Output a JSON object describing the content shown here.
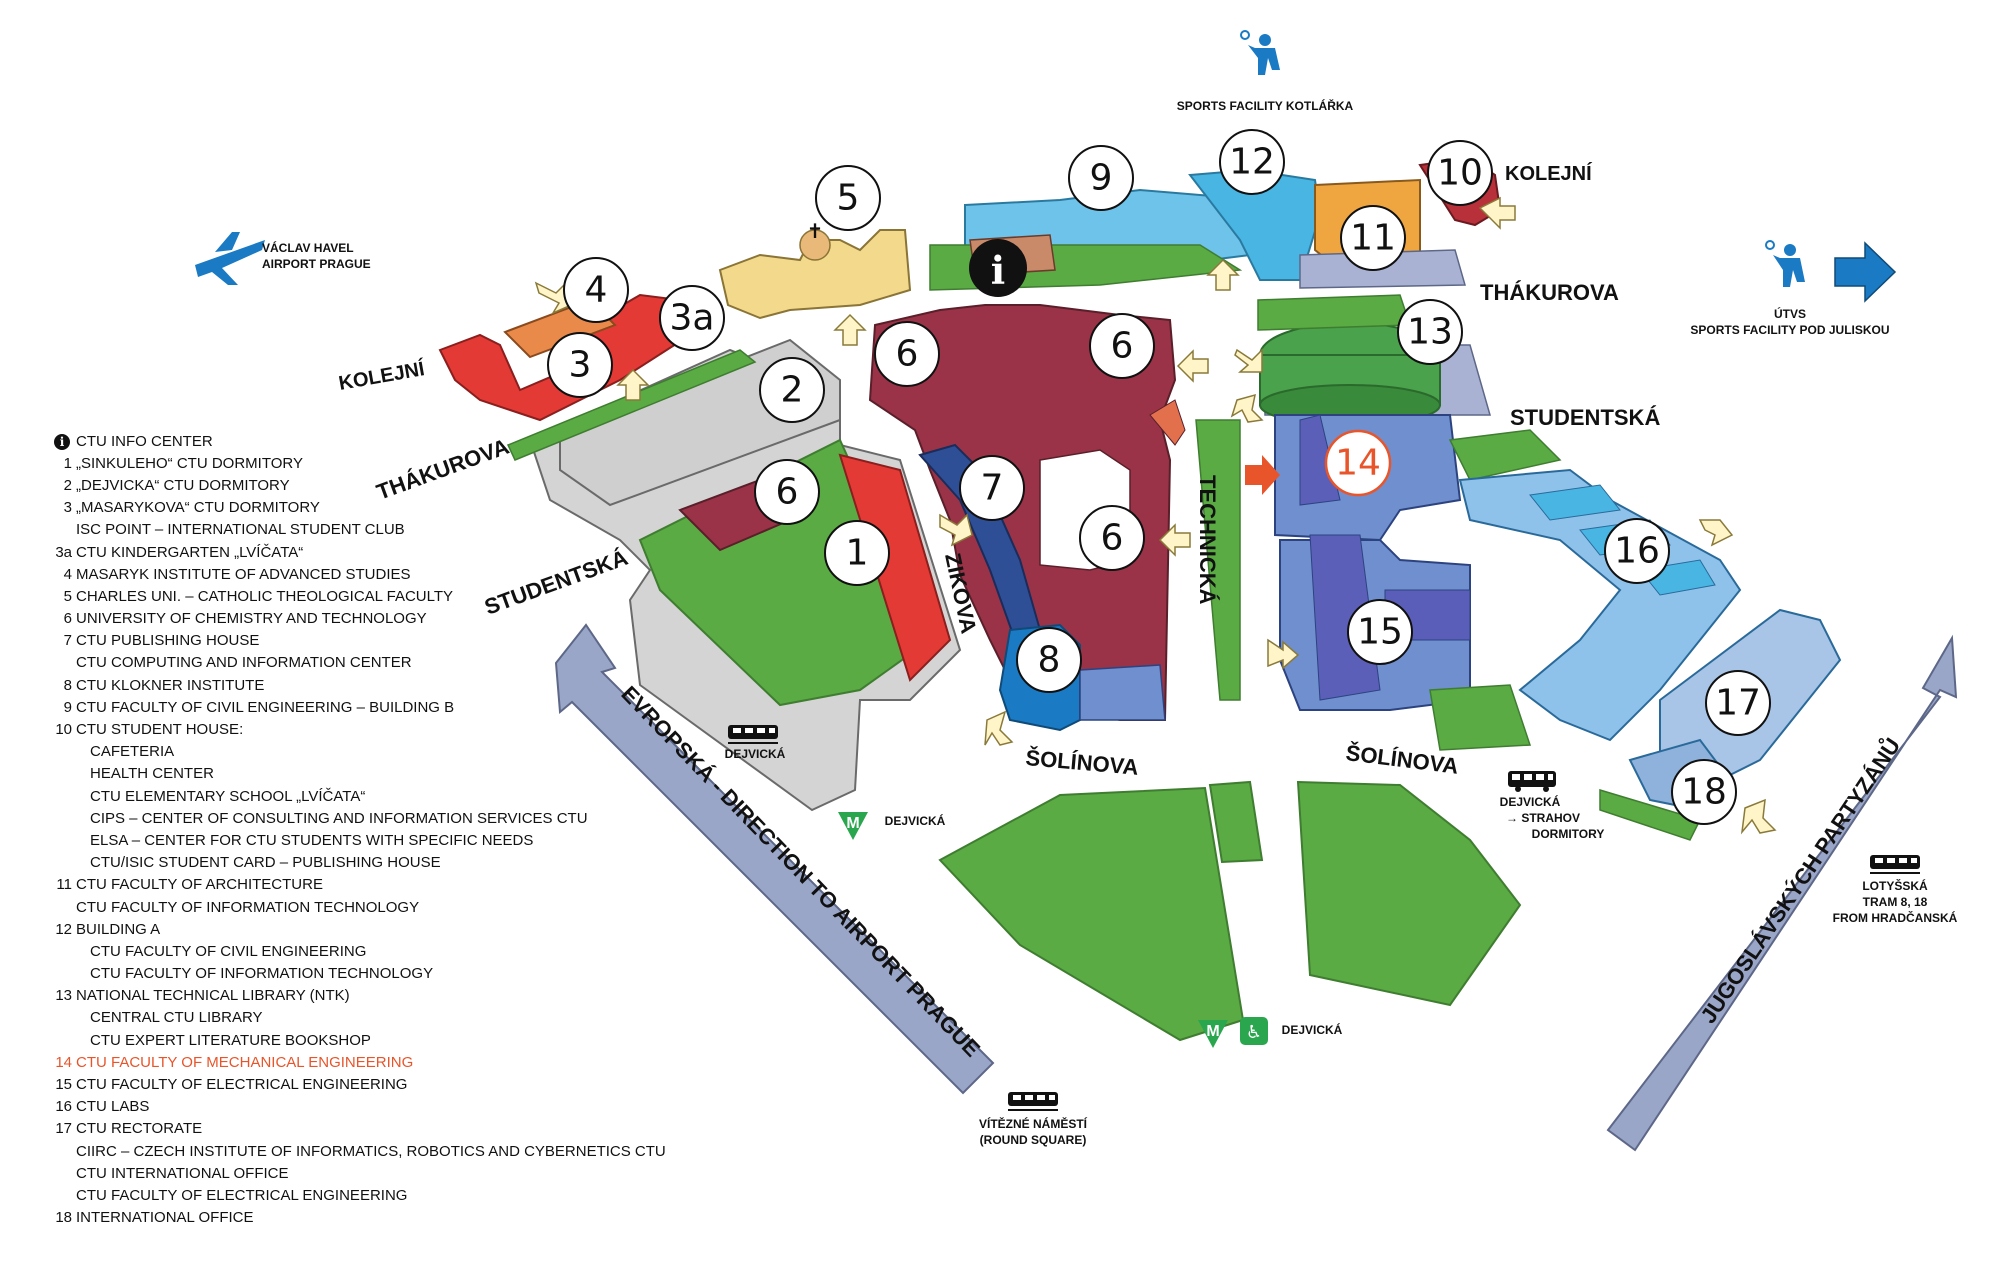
{
  "streets": {
    "kolejni_w": "KOLEJNÍ",
    "kolejni_e": "KOLEJNÍ",
    "thakurova_w": "THÁKUROVA",
    "thakurova_e": "THÁKUROVA",
    "studentska_w": "STUDENTSKÁ",
    "studentska_e": "STUDENTSKÁ",
    "zikova": "ZIKOVA",
    "technicka": "TECHNICKÁ",
    "solinova_w": "ŠOLÍNOVA",
    "solinova_e": "ŠOLÍNOVA",
    "evropska": "EVROPSKÁ - DIRECTION TO AIRPORT PRAGUE",
    "jugoslavskych": "JUGOSLÁVSKÝCH PARTYZÁNŮ"
  },
  "places": {
    "airport_line1": "VÁCLAV HAVEL",
    "airport_line2": "AIRPORT PRAGUE",
    "kotlarka": "SPORTS FACILITY KOTLÁŘKA",
    "utvs_line1": "ÚTVS",
    "utvs_line2": "SPORTS FACILITY POD JULISKOU",
    "tram_dejvicka": "DEJVICKÁ",
    "metro_dejvicka_w": "DEJVICKÁ",
    "metro_dejvicka_s": "DEJVICKÁ",
    "bus_dejvicka": "DEJVICKÁ",
    "bus_strahov_1": "→ STRAHOV",
    "bus_strahov_2": "DORMITORY",
    "vitezne_1": "VÍTĚZNÉ NÁMĚSTÍ",
    "vitezne_2": "(ROUND SQUARE)",
    "lotysska_1": "LOTYŠSKÁ",
    "lotysska_2": "TRAM 8, 18",
    "lotysska_3": "FROM HRADČANSKÁ",
    "metro_letter": "M",
    "info_glyph": "i",
    "wheelchair_glyph": "♿"
  },
  "markers": {
    "b1": "1",
    "b2": "2",
    "b3": "3",
    "b3a": "3a",
    "b4": "4",
    "b5": "5",
    "b6a": "6",
    "b6b": "6",
    "b6c": "6",
    "b6d": "6",
    "b7": "7",
    "b8": "8",
    "b9": "9",
    "b10": "10",
    "b11": "11",
    "b12": "12",
    "b13": "13",
    "b14": "14",
    "b15": "15",
    "b16": "16",
    "b17": "17",
    "b18": "18"
  },
  "colors": {
    "green": "#5aab44",
    "highlight": "#e8552a",
    "arrow_blue": "#1a7ac3",
    "dorm_red": "#e43a36",
    "uct_maroon": "#9a3347",
    "ntk_green": "#4aa24c",
    "building_blue": "#6f8fcf",
    "labs_blue": "#8fc2ea",
    "road_arrow": "#9aa6c8"
  },
  "legend": [
    {
      "num": "",
      "icon": "info",
      "text": "CTU INFO CENTER",
      "indent": false,
      "highlight": false
    },
    {
      "num": "1",
      "text": "„SINKULEHO“ CTU DORMITORY",
      "indent": false,
      "highlight": false
    },
    {
      "num": "2",
      "text": "„DEJVICKA“ CTU DORMITORY",
      "indent": false,
      "highlight": false
    },
    {
      "num": "3",
      "text": "„MASARYKOVA“ CTU DORMITORY",
      "indent": false,
      "highlight": false
    },
    {
      "num": "",
      "text": "ISC POINT – INTERNATIONAL STUDENT CLUB",
      "indent": false,
      "highlight": false
    },
    {
      "num": "3a",
      "text": "CTU KINDERGARTEN „LVÍČATA“",
      "indent": false,
      "highlight": false
    },
    {
      "num": "4",
      "text": "MASARYK INSTITUTE OF ADVANCED STUDIES",
      "indent": false,
      "highlight": false
    },
    {
      "num": "5",
      "text": "CHARLES UNI. – CATHOLIC THEOLOGICAL FACULTY",
      "indent": false,
      "highlight": false
    },
    {
      "num": "6",
      "text": "UNIVERSITY OF CHEMISTRY AND TECHNOLOGY",
      "indent": false,
      "highlight": false
    },
    {
      "num": "7",
      "text": "CTU PUBLISHING HOUSE",
      "indent": false,
      "highlight": false
    },
    {
      "num": "",
      "text": "CTU COMPUTING AND INFORMATION CENTER",
      "indent": false,
      "highlight": false
    },
    {
      "num": "8",
      "text": "CTU KLOKNER INSTITUTE",
      "indent": false,
      "highlight": false
    },
    {
      "num": "9",
      "text": "CTU FACULTY OF CIVIL ENGINEERING – BUILDING B",
      "indent": false,
      "highlight": false
    },
    {
      "num": "10",
      "text": "CTU STUDENT HOUSE:",
      "indent": false,
      "highlight": false
    },
    {
      "num": "",
      "text": "CAFETERIA",
      "indent": true,
      "highlight": false
    },
    {
      "num": "",
      "text": "HEALTH CENTER",
      "indent": true,
      "highlight": false
    },
    {
      "num": "",
      "text": "CTU ELEMENTARY SCHOOL „LVÍČATA“",
      "indent": true,
      "highlight": false
    },
    {
      "num": "",
      "text": "CIPS – CENTER OF CONSULTING AND INFORMATION SERVICES CTU",
      "indent": true,
      "highlight": false
    },
    {
      "num": "",
      "text": "ELSA – CENTER FOR CTU STUDENTS WITH SPECIFIC NEEDS",
      "indent": true,
      "highlight": false
    },
    {
      "num": "",
      "text": "CTU/ISIC STUDENT CARD – PUBLISHING HOUSE",
      "indent": true,
      "highlight": false
    },
    {
      "num": "11",
      "text": "CTU FACULTY OF ARCHITECTURE",
      "indent": false,
      "highlight": false
    },
    {
      "num": "",
      "text": "CTU FACULTY OF INFORMATION TECHNOLOGY",
      "indent": false,
      "highlight": false
    },
    {
      "num": "12",
      "text": "BUILDING A",
      "indent": false,
      "highlight": false
    },
    {
      "num": "",
      "text": "CTU FACULTY OF CIVIL ENGINEERING",
      "indent": true,
      "highlight": false
    },
    {
      "num": "",
      "text": "CTU FACULTY OF INFORMATION TECHNOLOGY",
      "indent": true,
      "highlight": false
    },
    {
      "num": "13",
      "text": "NATIONAL TECHNICAL LIBRARY (NTK)",
      "indent": false,
      "highlight": false
    },
    {
      "num": "",
      "text": "CENTRAL CTU LIBRARY",
      "indent": true,
      "highlight": false
    },
    {
      "num": "",
      "text": "CTU EXPERT LITERATURE BOOKSHOP",
      "indent": true,
      "highlight": false
    },
    {
      "num": "14",
      "text": "CTU FACULTY OF MECHANICAL ENGINEERING",
      "indent": false,
      "highlight": true
    },
    {
      "num": "15",
      "text": "CTU FACULTY OF ELECTRICAL ENGINEERING",
      "indent": false,
      "highlight": false
    },
    {
      "num": "16",
      "text": "CTU LABS",
      "indent": false,
      "highlight": false
    },
    {
      "num": "17",
      "text": "CTU RECTORATE",
      "indent": false,
      "highlight": false
    },
    {
      "num": "",
      "text": "CIIRC – CZECH INSTITUTE OF INFORMATICS, ROBOTICS AND CYBERNETICS CTU",
      "indent": false,
      "highlight": false
    },
    {
      "num": "",
      "text": "CTU INTERNATIONAL OFFICE",
      "indent": false,
      "highlight": false
    },
    {
      "num": "",
      "text": "CTU FACULTY OF ELECTRICAL ENGINEERING",
      "indent": false,
      "highlight": false
    },
    {
      "num": "18",
      "text": "INTERNATIONAL OFFICE",
      "indent": false,
      "highlight": false
    }
  ]
}
